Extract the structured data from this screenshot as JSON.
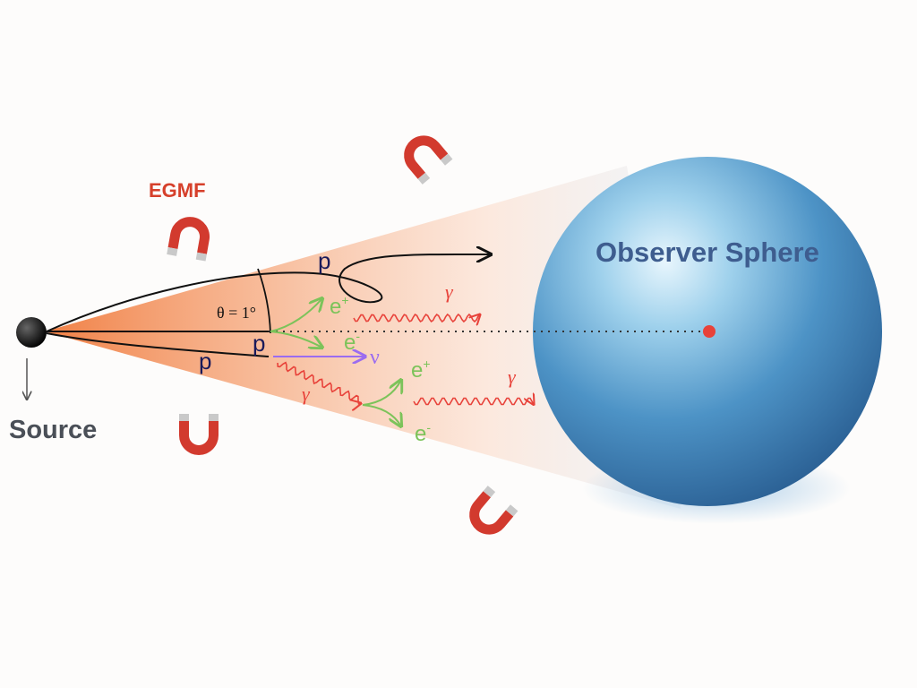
{
  "labels": {
    "egmf": "EGMF",
    "observer": "Observer Sphere",
    "source": "Source",
    "theta": "θ = 1°"
  },
  "particles": {
    "p_top": "p",
    "p_mid": "p",
    "p_low": "p",
    "e_plus_1": "e",
    "e_plus_1_sup": "+",
    "e_minus_1": "e",
    "e_minus_1_sup": "-",
    "nu": "ν",
    "gamma_1": "γ",
    "gamma_2": "γ",
    "gamma_3": "γ",
    "e_plus_2": "e",
    "e_plus_2_sup": "+",
    "e_minus_2": "e",
    "e_minus_2_sup": "-"
  },
  "colors": {
    "egmf_text": "#d6402b",
    "observer_text": "#3e5d8f",
    "source_text": "#4a4f57",
    "proton": "#1a1a5a",
    "electron": "#7cc35a",
    "neutrino": "#9b6cf0",
    "gamma": "#e8423a",
    "magnet": "#d23a2e",
    "sphere": "#4a8dc2"
  },
  "icons": [
    "source-dot-icon",
    "magnet-icon",
    "observer-sphere-icon",
    "arrow-down-icon"
  ]
}
